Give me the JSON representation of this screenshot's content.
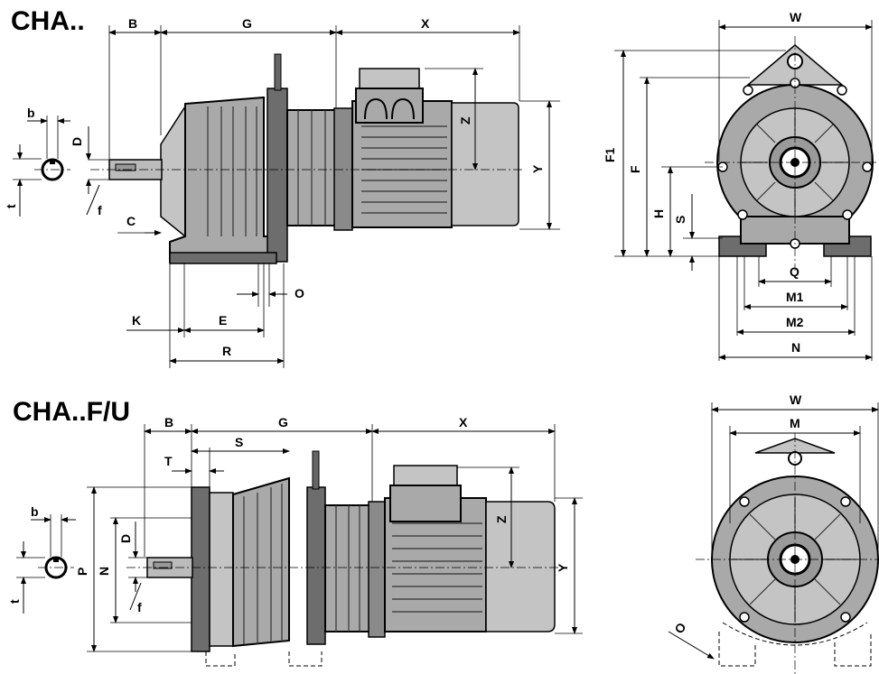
{
  "titles": {
    "top": "CHA..",
    "bottom": "CHA..F/U"
  },
  "top_side": {
    "B": "B",
    "G": "G",
    "X": "X",
    "Z": "Z",
    "Y": "Y",
    "D": "D",
    "b": "b",
    "t": "t",
    "f": "f",
    "C": "C",
    "O": "O",
    "K": "K",
    "E": "E",
    "R": "R"
  },
  "top_front": {
    "W": "W",
    "F1": "F1",
    "F": "F",
    "H": "H",
    "S": "S",
    "Q": "Q",
    "M1": "M1",
    "M2": "M2",
    "N": "N"
  },
  "bottom_side": {
    "B": "B",
    "G": "G",
    "X": "X",
    "S": "S",
    "T": "T",
    "Z": "Z",
    "Y": "Y",
    "b": "b",
    "t": "t",
    "D": "D",
    "P": "P",
    "N": "N",
    "f": "f"
  },
  "bottom_front": {
    "W": "W",
    "M": "M",
    "O": "O"
  }
}
